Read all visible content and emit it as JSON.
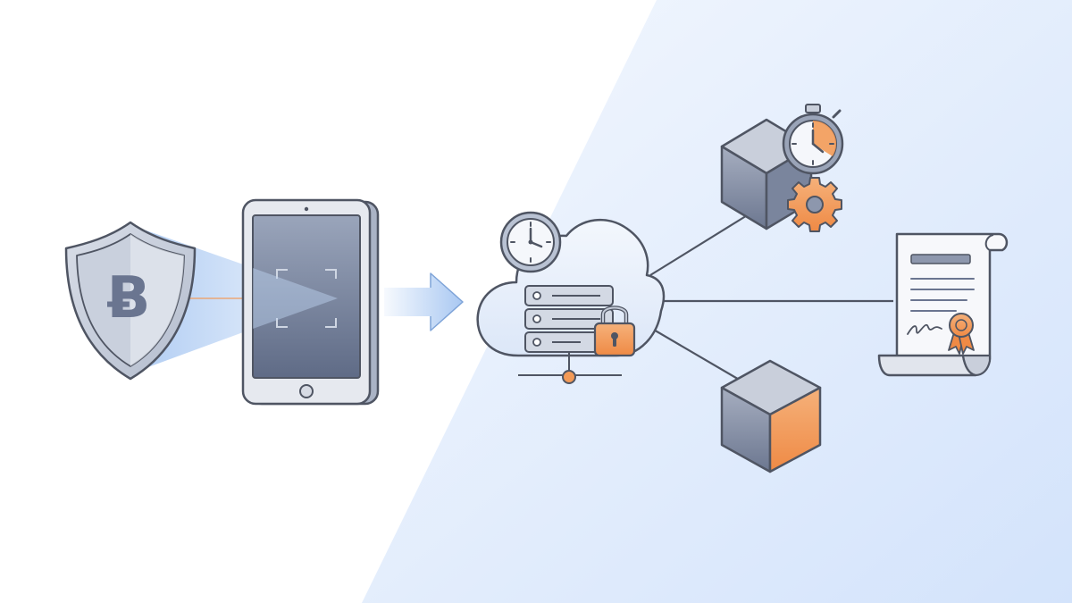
{
  "diagram": {
    "colors": {
      "background": "#ffffff",
      "panel_light": "#f4f8fe",
      "panel_blue": "#d3e3fb",
      "outline": "#4f5563",
      "slate_dark": "#6a7590",
      "slate_mid": "#8d97ad",
      "slate_light": "#bcc4d4",
      "accent_orange": "#f39a57",
      "beam_blue": "#a9c8f2",
      "cloud_fill": "#e9f0fb",
      "paper": "#f7f8fb"
    },
    "nodes": [
      {
        "id": "shield",
        "icon": "bitcoin-shield-icon",
        "glyph": "Ƀ"
      },
      {
        "id": "tablet",
        "icon": "tablet-scanner-icon"
      },
      {
        "id": "flow-arrow",
        "icon": "arrow-right-icon"
      },
      {
        "id": "cloud",
        "icon": "cloud-server-icon",
        "badges": [
          "clock-icon",
          "padlock-icon"
        ]
      },
      {
        "id": "block-top",
        "icon": "cube-icon",
        "badges": [
          "stopwatch-icon",
          "gear-icon"
        ]
      },
      {
        "id": "contract",
        "icon": "document-scroll-icon",
        "badges": [
          "award-ribbon-icon",
          "signature-icon"
        ]
      },
      {
        "id": "block-bottom",
        "icon": "cube-icon"
      }
    ],
    "edges": [
      {
        "from": "cloud",
        "to": "block-top"
      },
      {
        "from": "cloud",
        "to": "contract"
      },
      {
        "from": "cloud",
        "to": "block-bottom"
      }
    ]
  }
}
